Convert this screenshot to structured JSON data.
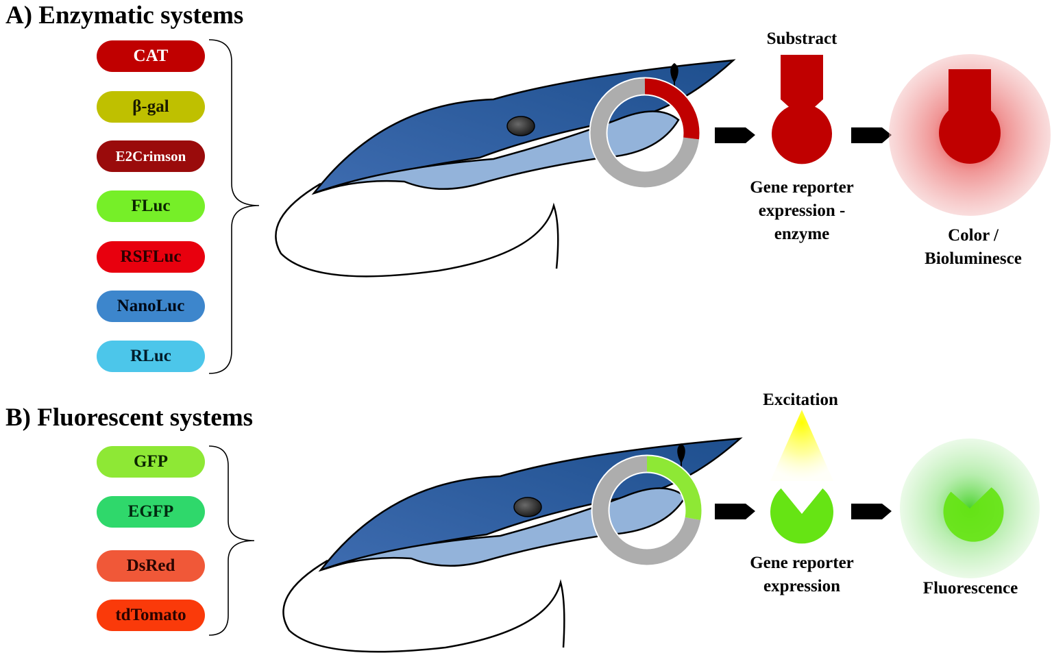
{
  "sections": {
    "enzymatic": {
      "title": "A) Enzymatic systems",
      "reporters": [
        {
          "label": "CAT",
          "bg": "#c00000",
          "fg": "#ffffff"
        },
        {
          "label": "β-gal",
          "bg": "#bfc000",
          "fg": "#1a1a00"
        },
        {
          "label": "E2Crimson",
          "bg": "#9a0b0b",
          "fg": "#ffffff"
        },
        {
          "label": "FLuc",
          "bg": "#76ef28",
          "fg": "#0b2400"
        },
        {
          "label": "RSFLuc",
          "bg": "#e8000e",
          "fg": "#2a0000"
        },
        {
          "label": "NanoLuc",
          "bg": "#3d86cc",
          "fg": "#000a18"
        },
        {
          "label": "RLuc",
          "bg": "#4cc6ea",
          "fg": "#001d2a"
        }
      ],
      "substrate_label": "Substract",
      "expression_label_lines": [
        "Gene reporter",
        "expression -",
        "enzyme"
      ],
      "output_label_lines": [
        "Color /",
        "Bioluminesce"
      ],
      "accent": "#c00000"
    },
    "fluorescent": {
      "title": "B) Fluorescent systems",
      "reporters": [
        {
          "label": "GFP",
          "bg": "#8ee835",
          "fg": "#0b2400"
        },
        {
          "label": "EGFP",
          "bg": "#2fd86b",
          "fg": "#002a10"
        },
        {
          "label": "DsRed",
          "bg": "#f05838",
          "fg": "#2a0500"
        },
        {
          "label": "tdTomato",
          "bg": "#fa3a0a",
          "fg": "#2a0300"
        }
      ],
      "excitation_label": "Excitation",
      "expression_label_lines": [
        "Gene reporter",
        "expression"
      ],
      "output_label": "Fluorescence",
      "accent": "#66e414"
    }
  },
  "colors": {
    "parasite_dark": "#2f5f9f",
    "parasite_light": "#93b3da",
    "plasmid_gray": "#adadad",
    "excitation_yellow": "#ffff00"
  }
}
